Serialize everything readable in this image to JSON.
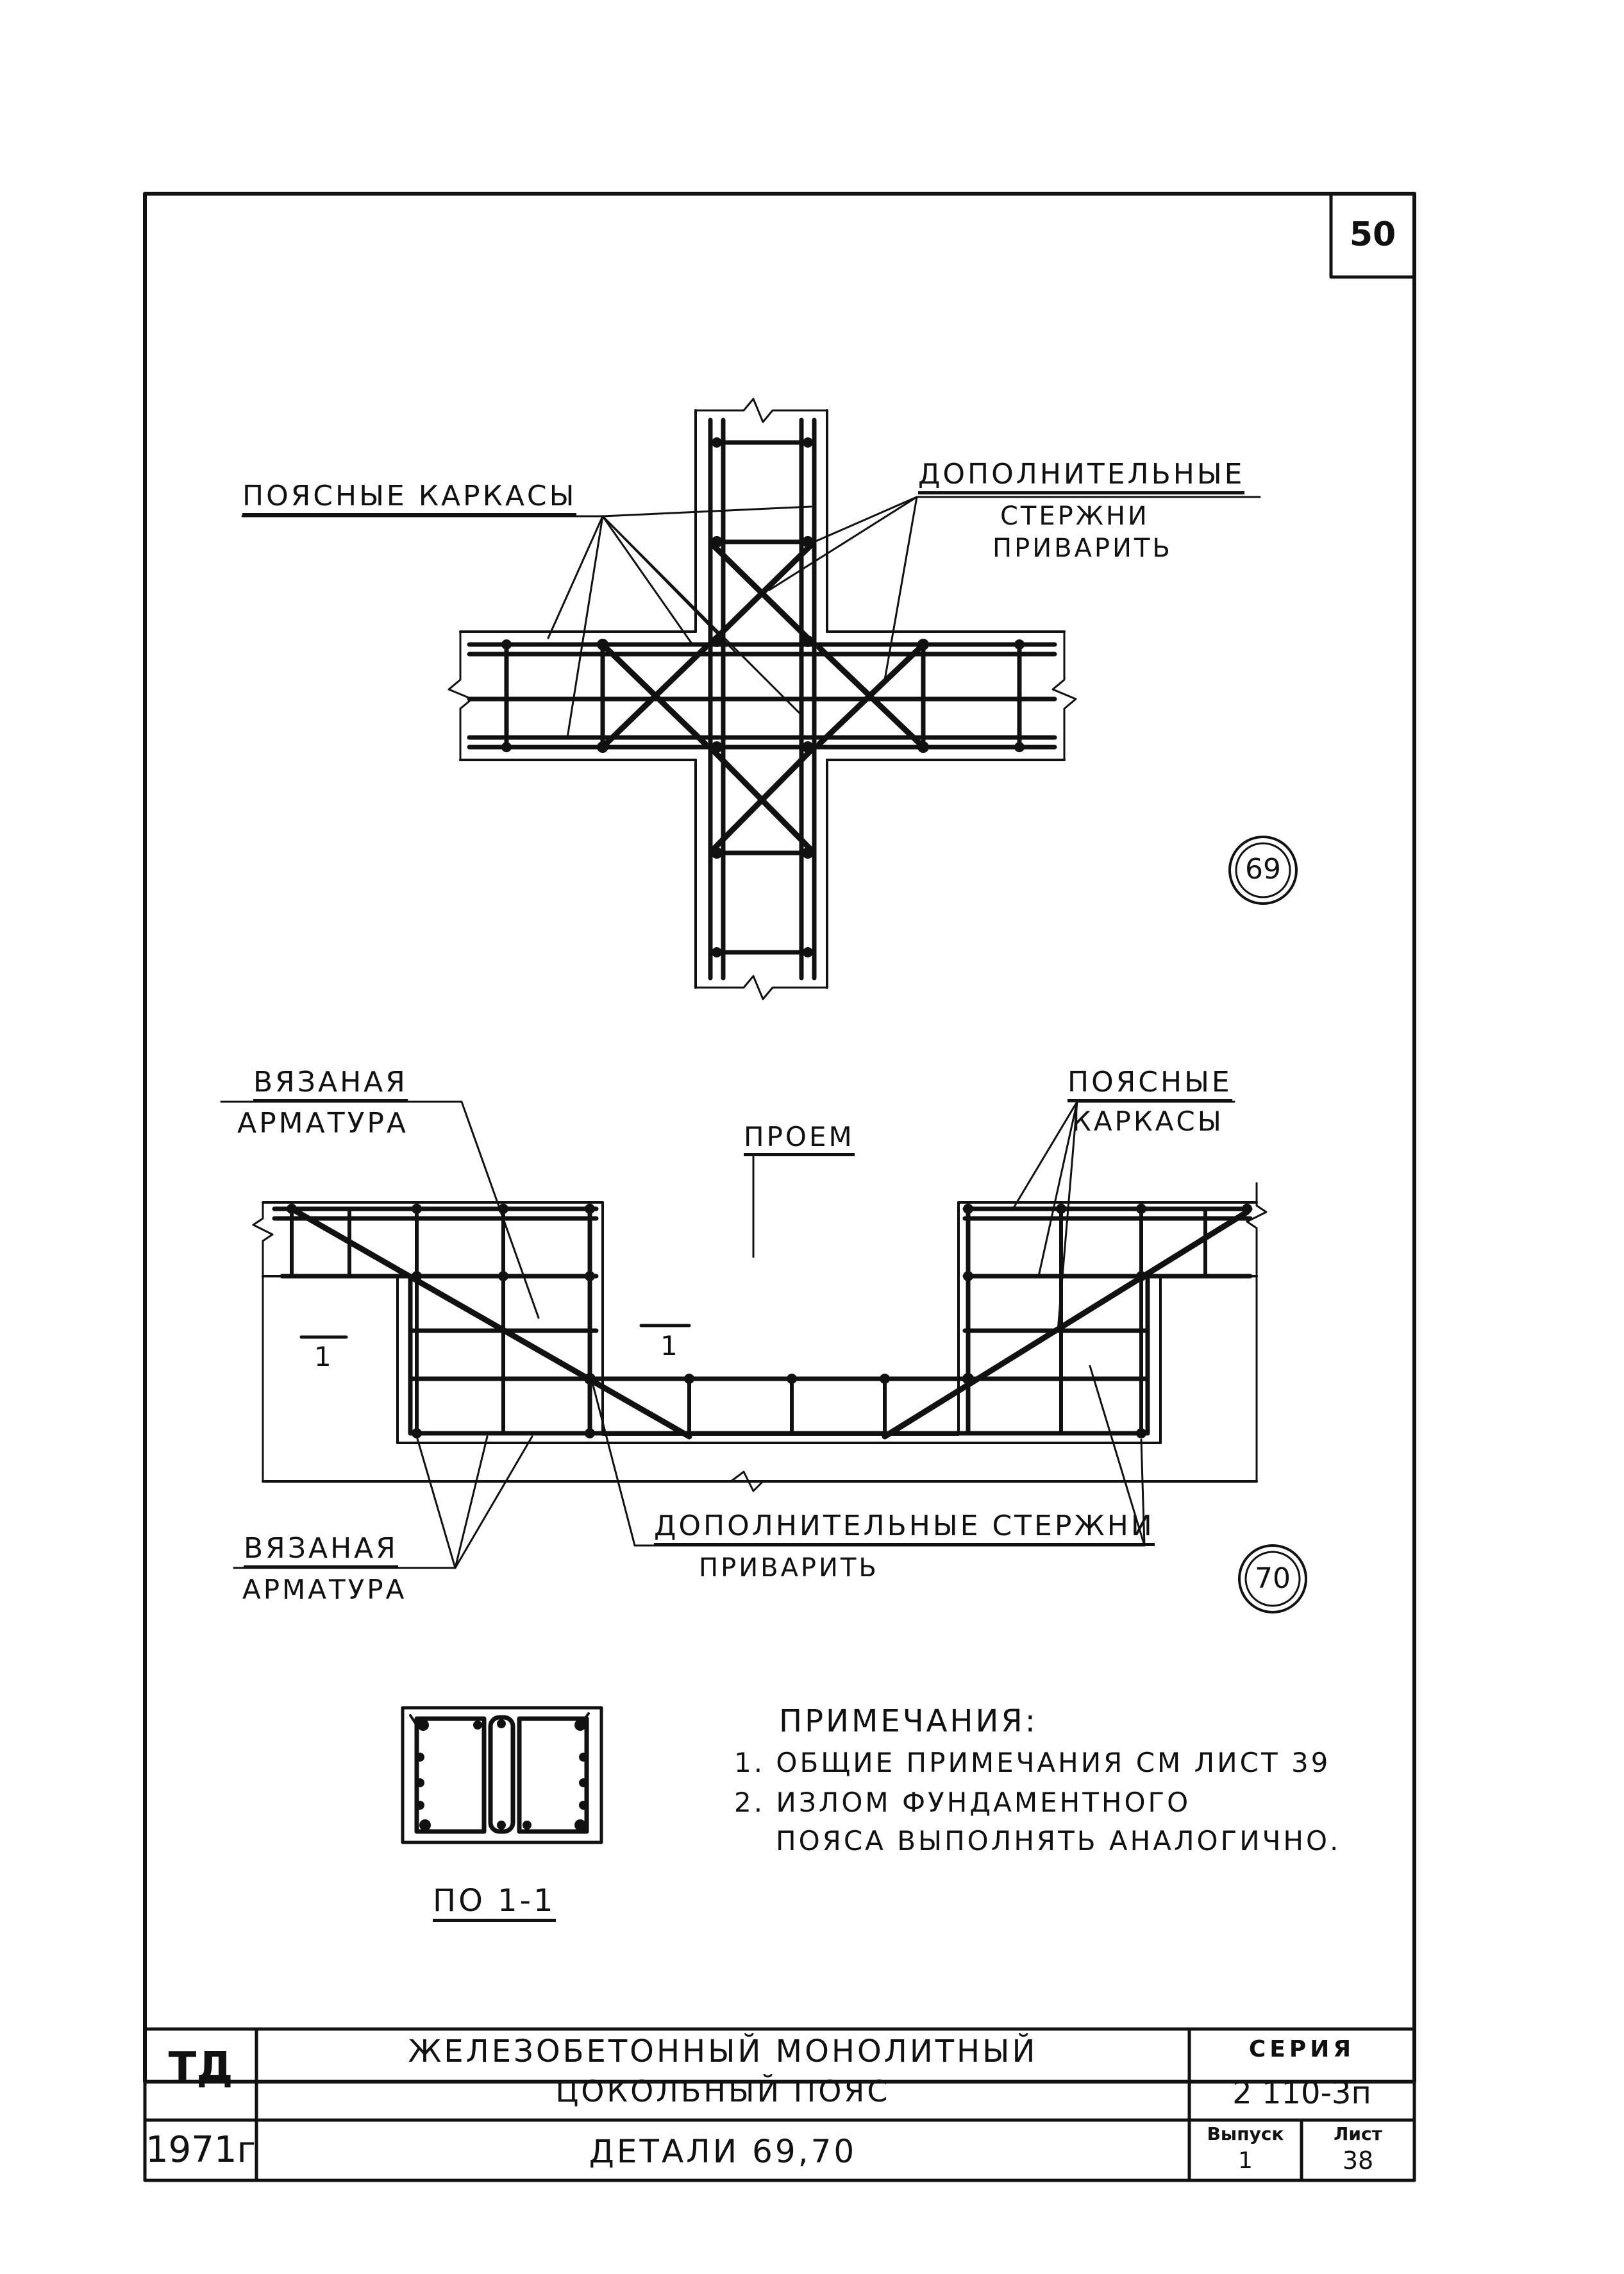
{
  "sheet": {
    "page_number": "50"
  },
  "detail69": {
    "label_belt_frames": "ПОЯСНЫЕ КАРКАСЫ",
    "label_extra_bars_1": "ДОПОЛНИТЕЛЬНЫЕ",
    "label_extra_bars_2": "СТЕРЖНИ",
    "label_extra_bars_3": "ПРИВАРИТЬ",
    "marker": "69"
  },
  "detail70": {
    "label_tied_rebar_top_1": "ВЯЗАНАЯ",
    "label_tied_rebar_top_2": "АРМАТУРА",
    "label_opening": "ПРОЕМ",
    "label_belt_frames_1": "ПОЯСНЫЕ",
    "label_belt_frames_2": "КАРКАСЫ",
    "section_mark_left": "1",
    "section_mark_right": "1",
    "label_tied_rebar_bottom_1": "ВЯЗАНАЯ",
    "label_tied_rebar_bottom_2": "АРМАТУРА",
    "label_extra_bars_1": "ДОПОЛНИТЕЛЬНЫЕ СТЕРЖНИ",
    "label_extra_bars_2": "ПРИВАРИТЬ",
    "marker": "70"
  },
  "section": {
    "caption": "ПО 1-1"
  },
  "notes": {
    "heading": "ПРИМЕЧАНИЯ:",
    "items": [
      "1. ОБЩИЕ   ПРИМЕЧАНИЯ  СМ  ЛИСТ 39",
      "2. ИЗЛОМ   ФУНДАМЕНТНОГО",
      "ПОЯСА  ВЫПОЛНЯТЬ  АНАЛОГИЧНО."
    ]
  },
  "title_block": {
    "org": "ТД",
    "year": "1971г",
    "title_line1": "ЖЕЛЕЗОБЕТОННЫЙ  МОНОЛИТНЫЙ",
    "title_line2": "ЦОКОЛЬНЫЙ  ПОЯС",
    "subtitle": "ДЕТАЛИ  69,70",
    "series_label": "СЕРИЯ",
    "series_value": "2 110-3п",
    "issue_label": "Выпуск",
    "issue_value": "1",
    "sheet_label": "Лист",
    "sheet_value": "38"
  }
}
